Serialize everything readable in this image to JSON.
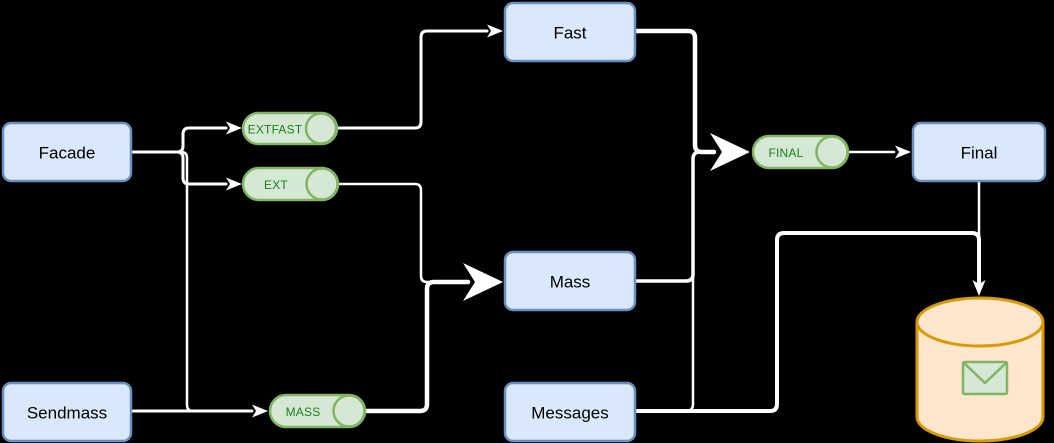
{
  "diagram": {
    "type": "flow-diagram",
    "background": "#000000",
    "nodes": {
      "facade": {
        "label": "Facade"
      },
      "sendmass": {
        "label": "Sendmass"
      },
      "fast": {
        "label": "Fast"
      },
      "mass": {
        "label": "Mass"
      },
      "messages": {
        "label": "Messages"
      },
      "final": {
        "label": "Final"
      }
    },
    "toggles": {
      "extfast": {
        "label": "EXTFAST"
      },
      "ext": {
        "label": "EXT"
      },
      "mass": {
        "label": "MASS"
      },
      "final": {
        "label": "FINAL"
      }
    },
    "database": {
      "shape": "cylinder",
      "icon": "envelope-icon"
    },
    "edges": [
      {
        "from": "Facade",
        "to": "EXTFAST"
      },
      {
        "from": "Facade",
        "to": "EXT"
      },
      {
        "from": "Facade",
        "to": "MASS"
      },
      {
        "from": "Sendmass",
        "to": "MASS"
      },
      {
        "from": "EXTFAST",
        "to": "Fast"
      },
      {
        "from": "EXT",
        "to": "Mass"
      },
      {
        "from": "MASS",
        "to": "Mass"
      },
      {
        "from": "Fast",
        "to": "FINAL"
      },
      {
        "from": "Mass",
        "to": "FINAL"
      },
      {
        "from": "Messages",
        "to": "FINAL"
      },
      {
        "from": "FINAL",
        "to": "Final"
      },
      {
        "from": "Final",
        "to": "database"
      },
      {
        "from": "Messages",
        "to": "database"
      }
    ],
    "colors": {
      "node_fill": "#dae8fc",
      "node_border": "#6c8ebf",
      "node_text": "#000000",
      "toggle_fill": "#d5e8d4",
      "toggle_border": "#82b366",
      "toggle_text": "#1e7e1e",
      "database_fill": "#ffe6cc",
      "database_border": "#d79b00",
      "edge_color": "#ffffff"
    }
  }
}
